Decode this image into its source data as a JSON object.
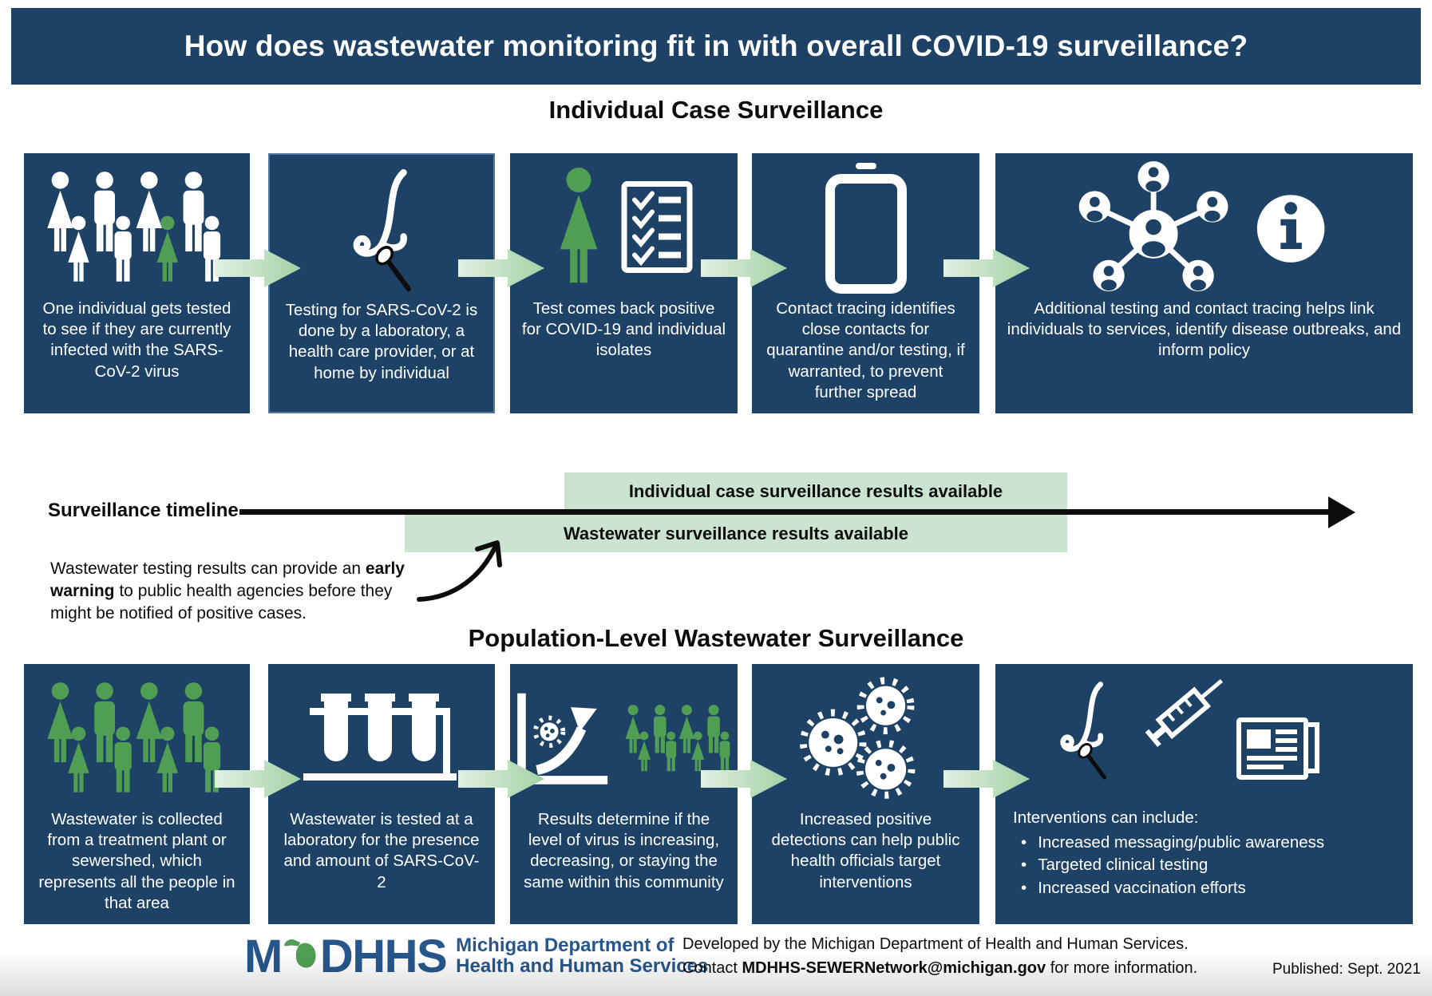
{
  "banner": {
    "title": "How does wastewater monitoring fit in with overall COVID-19 surveillance?"
  },
  "sections": {
    "individual_title": "Individual Case Surveillance",
    "population_title": "Population-Level Wastewater Surveillance"
  },
  "individual_boxes": [
    {
      "icon": "people-group-one-highlighted",
      "text": "One individual gets tested to see if they are currently infected with the SARS-CoV-2 virus"
    },
    {
      "icon": "nose-swab",
      "text": "Testing for SARS-CoV-2 is done by a laboratory, a health care provider, or at home by individual"
    },
    {
      "icon": "person-checklist",
      "text": "Test comes back positive for COVID-19 and individual isolates"
    },
    {
      "icon": "mobile-phone",
      "text": "Contact tracing identifies close contacts for quarantine and/or testing, if warranted, to prevent further spread"
    },
    {
      "icon": "contact-network-info",
      "text": "Additional testing and contact tracing helps link individuals to services, identify disease outbreaks, and inform policy"
    }
  ],
  "population_boxes": [
    {
      "icon": "people-group-green",
      "text": "Wastewater is collected from a treatment plant or sewershed, which represents all the people in that area"
    },
    {
      "icon": "test-tube-rack",
      "text": "Wastewater is tested at a laboratory for the presence and amount of SARS-CoV-2"
    },
    {
      "icon": "virus-trend-chart-people",
      "text": "Results determine if the level of virus is increasing, decreasing, or staying the same within this community"
    },
    {
      "icon": "virus-particles",
      "text": "Increased positive detections can help public health officials target interventions"
    },
    {
      "icon": "nose-swab-syringe-newspaper",
      "intro": "Interventions can include:",
      "bullets": [
        "Increased messaging/public awareness",
        "Targeted clinical testing",
        "Increased vaccination efforts"
      ]
    }
  ],
  "timeline": {
    "label": "Surveillance timeline",
    "individual_band": "Individual case surveillance results available",
    "wastewater_band": "Wastewater surveillance results available",
    "note_pre": "Wastewater testing results can provide an ",
    "note_bold": "early warning",
    "note_post": " to public health agencies before they might be notified of positive cases."
  },
  "footer": {
    "logo_m": "M",
    "logo_dhhs": "DHHS",
    "logo_dept_line1": "Michigan Department of",
    "logo_dept_line2": "Health and Human Services",
    "developed_line": "Developed by the Michigan Department of Health and Human Services.",
    "contact_pre": "Contact ",
    "contact_email": "MDHHS-SEWERNetwork@michigan.gov",
    "contact_post": " for more information.",
    "published": "Published: Sept. 2021"
  },
  "colors": {
    "box_blue": "#1E4265",
    "accent_green": "#4F9E53",
    "band_green": "#CBE4D1",
    "arrow_green_light": "#E2F1E4",
    "arrow_green_dark": "#A3D1A5",
    "logo_blue": "#27568B"
  }
}
